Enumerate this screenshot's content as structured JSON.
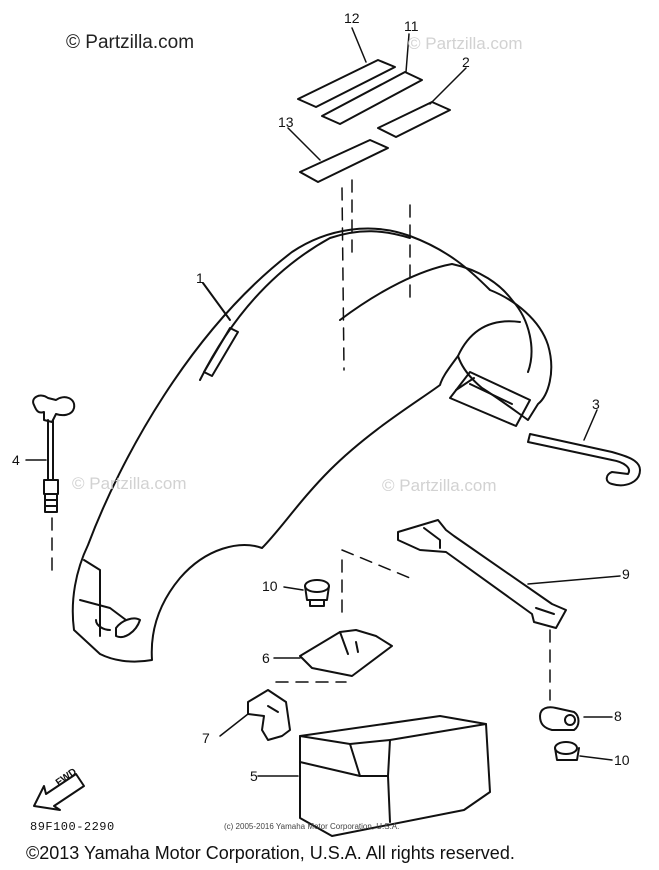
{
  "watermark_main": "© Partzilla.com",
  "watermarks": [
    "© Partzilla.com",
    "© Partzilla.com",
    "© Partzilla.com"
  ],
  "callouts": {
    "c1": "1",
    "c2": "2",
    "c3": "3",
    "c4": "4",
    "c5": "5",
    "c6": "6",
    "c7": "7",
    "c8": "8",
    "c9": "9",
    "c10a": "10",
    "c10b": "10",
    "c11": "11",
    "c12": "12",
    "c13": "13"
  },
  "fwd_label": "FWD",
  "drawing_number": "89F100-2290",
  "credit_small": "(c) 2005-2016 Yamaha Motor Corporation, U.S.A.",
  "copyright": "©2013 Yamaha Motor Corporation, U.S.A. All rights reserved."
}
